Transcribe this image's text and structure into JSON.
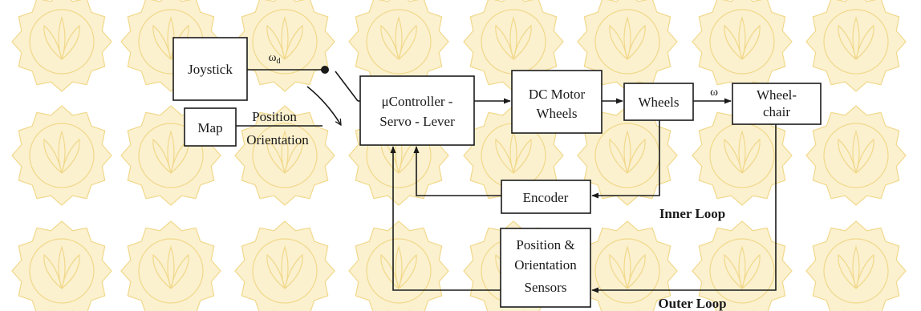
{
  "blocks": {
    "joystick": "Joystick",
    "map": "Map",
    "controller_line1": "μController -",
    "controller_line2": "Servo - Lever",
    "dc_motor_line1": "DC Motor",
    "dc_motor_line2": "Wheels",
    "wheels": "Wheels",
    "wheelchair_line1": "Wheel-",
    "wheelchair_line2": "chair",
    "encoder": "Encoder",
    "sensors_line1": "Position &",
    "sensors_line2": "Orientation",
    "sensors_line3": "Sensors"
  },
  "signals": {
    "omega_d": "ω",
    "omega_d_sub": "d",
    "position": "Position",
    "orientation": "Orientation",
    "omega": "ω"
  },
  "loops": {
    "inner": "Inner Loop",
    "outer": "Outer Loop"
  },
  "colors": {
    "line": "#1a1a1a",
    "watermark": "#f1d88a"
  }
}
